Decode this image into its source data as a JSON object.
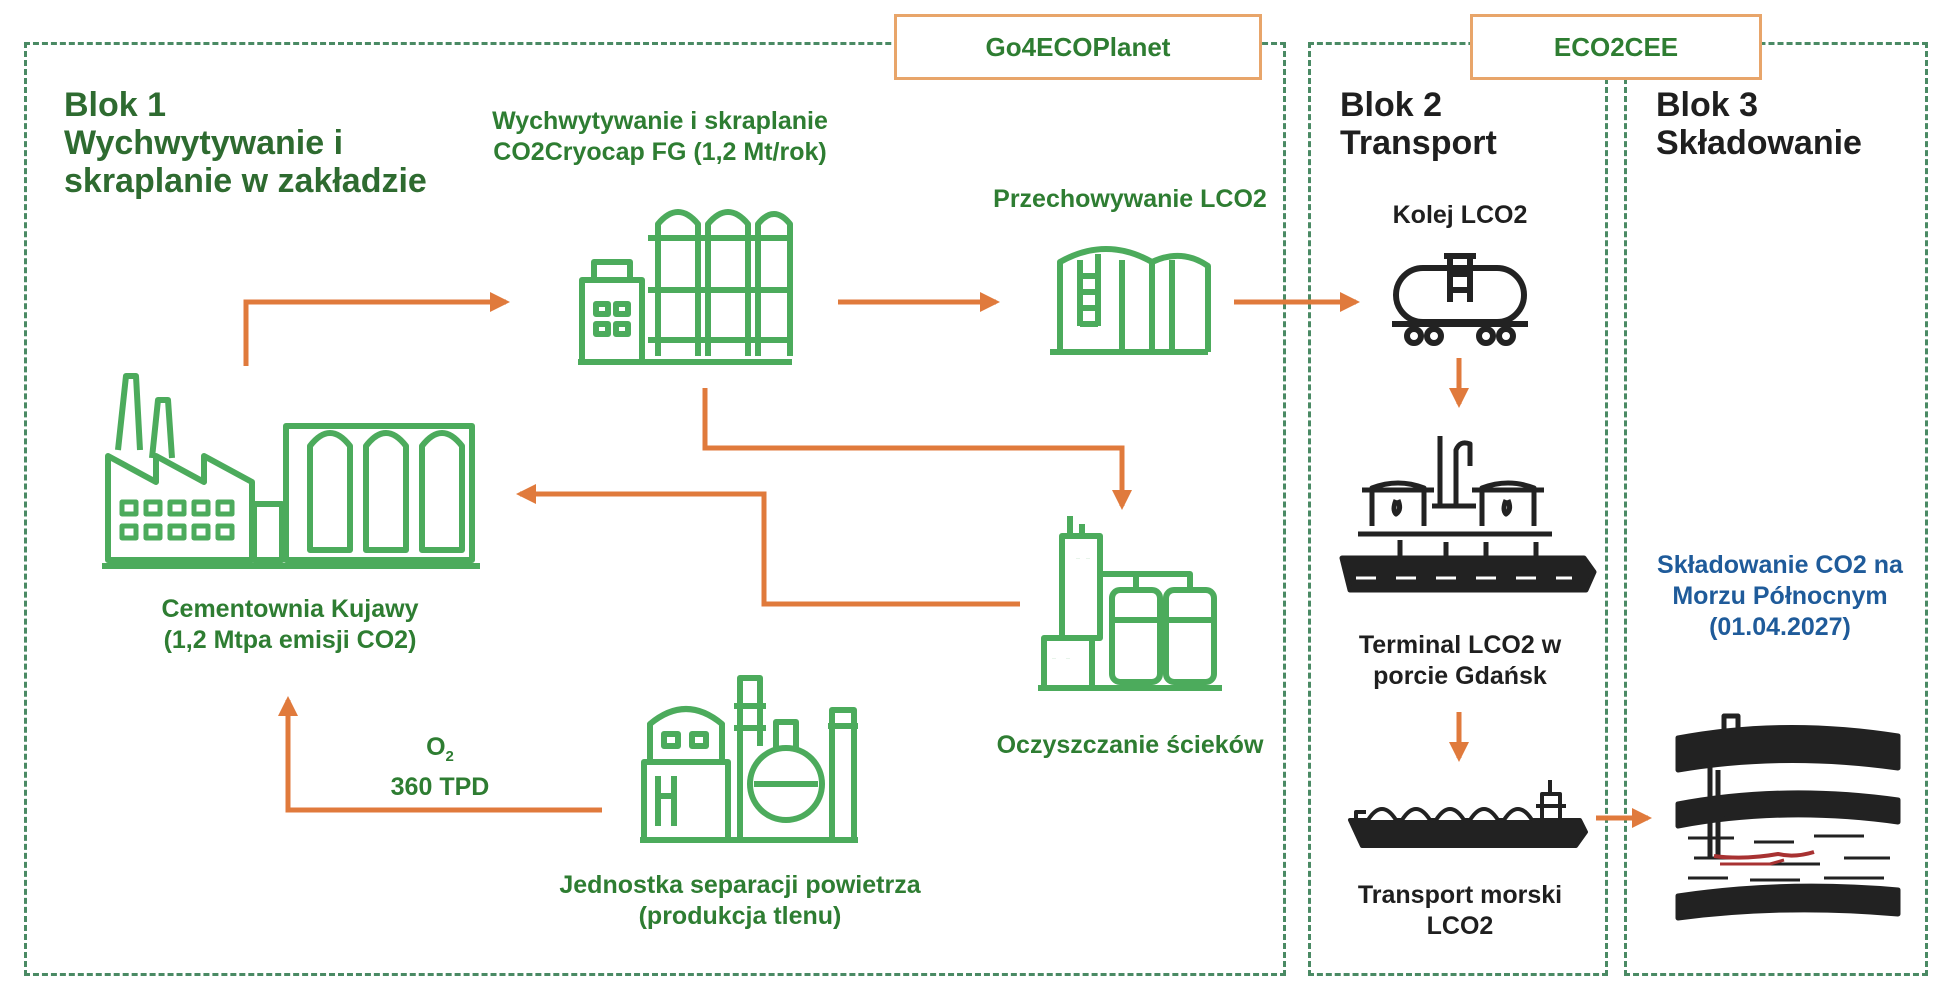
{
  "colors": {
    "green": "#4cab5c",
    "dark_green": "#2e7d32",
    "orange": "#e07a3c",
    "badge_border": "#e8a56a",
    "blue": "#1f5b9a",
    "dashed": "#4a8a64"
  },
  "badges": {
    "go4ecoplanet": "Go4ECOPlanet",
    "eco2cee": "ECO2CEE"
  },
  "blok1": {
    "line1": "Blok 1",
    "line2": "Wychwytywanie i",
    "line3": "skraplanie w zakładzie"
  },
  "blok2": {
    "line1": "Blok 2",
    "line2": "Transport"
  },
  "blok3": {
    "line1": "Blok 3",
    "line2": "Składowanie"
  },
  "nodes": {
    "capture": {
      "line1": "Wychwytywanie i skraplanie",
      "line2": "CO2Cryocap FG (1,2 Mt/rok)",
      "icon": "liquefaction-plant-icon"
    },
    "storage": {
      "line1": "Przechowywanie LCO2",
      "icon": "storage-tanks-icon"
    },
    "cement": {
      "line1": "Cementownia Kujawy",
      "line2": "(1,2 Mtpa emisji CO2)",
      "icon": "cement-plant-icon"
    },
    "wastewater": {
      "line1": "Oczyszczanie ścieków",
      "icon": "wastewater-plant-icon"
    },
    "asu": {
      "line1": "Jednostka separacji powietrza",
      "line2": "(produkcja tlenu)",
      "icon": "air-separation-unit-icon"
    },
    "oxygen": {
      "formula_base": "O",
      "formula_sub": "2",
      "rate": "360 TPD"
    },
    "rail": {
      "line1": "Kolej LCO2",
      "icon": "rail-tank-car-icon"
    },
    "terminal": {
      "line1": "Terminal LCO2 w",
      "line2": "porcie Gdańsk",
      "icon": "port-terminal-icon"
    },
    "sea": {
      "line1": "Transport morski",
      "line2": "LCO2",
      "icon": "lng-carrier-ship-icon"
    },
    "sequestration": {
      "line1": "Składowanie CO2 na",
      "line2": "Morzu Północnym",
      "line3": "(01.04.2027)",
      "icon": "geological-storage-icon"
    }
  }
}
